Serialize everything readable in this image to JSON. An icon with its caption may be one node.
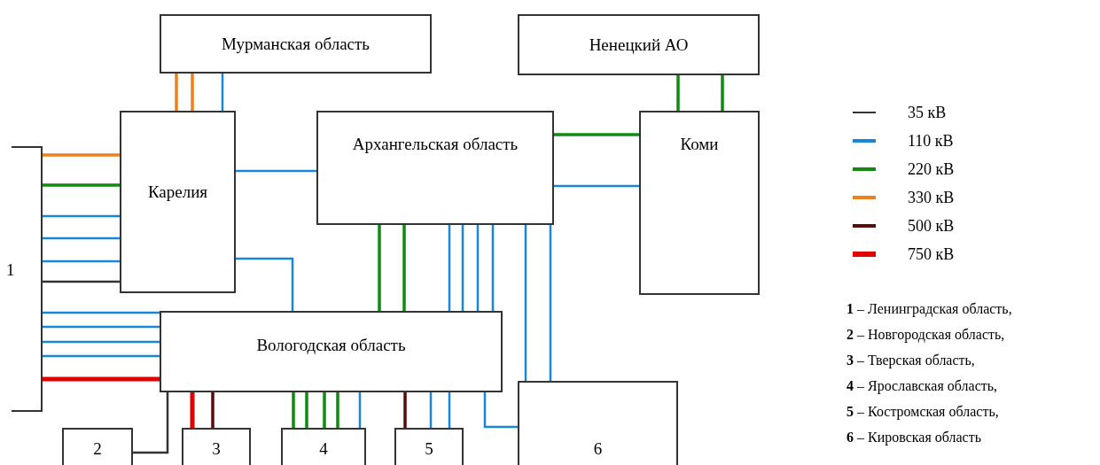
{
  "diagram": {
    "nodes": [
      {
        "text": [
          "Мурманская область"
        ]
      },
      {
        "text": [
          "Ненецкий АО"
        ]
      },
      {
        "text": [
          "Карелия"
        ]
      },
      {
        "text": [
          "Архангельская область"
        ]
      },
      {
        "text": [
          "Коми"
        ]
      },
      {
        "text": [
          "1"
        ]
      },
      {
        "text": [
          "Вологодская область"
        ]
      },
      {
        "text": [
          "2"
        ]
      },
      {
        "text": [
          "3"
        ]
      },
      {
        "text": [
          "4"
        ]
      },
      {
        "text": [
          "5"
        ]
      },
      {
        "text": [
          "6"
        ]
      }
    ],
    "edges": [
      {
        "from": 0,
        "to": 2,
        "arrow": "none",
        "color": "#ee8020"
      },
      {
        "from": 0,
        "to": 2,
        "arrow": "none",
        "color": "#ee8020"
      },
      {
        "from": 0,
        "to": 2,
        "arrow": "none"
      },
      {
        "from": 1,
        "to": 4,
        "arrow": "none",
        "color": "#108a10"
      },
      {
        "from": 1,
        "to": 4,
        "arrow": "none",
        "color": "#108a10"
      },
      {
        "from": 2,
        "to": 3,
        "arrow": "none"
      },
      {
        "from": 3,
        "to": 4,
        "arrow": "none",
        "color": "#108a10"
      },
      {
        "from": 3,
        "to": 4,
        "arrow": "none"
      },
      {
        "from": 5,
        "to": 2,
        "arrow": "none",
        "color": "#ee8020"
      },
      {
        "from": 5,
        "to": 2,
        "arrow": "none",
        "color": "#108a10"
      },
      {
        "from": 5,
        "to": 2,
        "arrow": "none"
      },
      {
        "from": 5,
        "to": 2,
        "arrow": "none"
      },
      {
        "from": 5,
        "to": 2,
        "arrow": "none"
      },
      {
        "from": 5,
        "to": 2,
        "arrow": "none",
        "color": "#333333"
      },
      {
        "from": 2,
        "to": 6,
        "arrow": "none"
      },
      {
        "from": 3,
        "to": 6,
        "arrow": "none",
        "color": "#108a10"
      },
      {
        "from": 3,
        "to": 6,
        "arrow": "none",
        "color": "#108a10"
      },
      {
        "from": 3,
        "to": 6,
        "arrow": "none"
      },
      {
        "from": 3,
        "to": 6,
        "arrow": "none"
      },
      {
        "from": 3,
        "to": 6,
        "arrow": "none"
      },
      {
        "from": 3,
        "to": 6,
        "arrow": "none"
      },
      {
        "from": 3,
        "to": 11,
        "arrow": "none"
      },
      {
        "from": 3,
        "to": 11,
        "arrow": "none"
      },
      {
        "from": 5,
        "to": 6,
        "arrow": "none"
      },
      {
        "from": 5,
        "to": 6,
        "arrow": "none"
      },
      {
        "from": 5,
        "to": 6,
        "arrow": "none"
      },
      {
        "from": 5,
        "to": 6,
        "arrow": "none"
      },
      {
        "from": 5,
        "to": 6,
        "arrow": "none",
        "color": "#e00000",
        "style": "thick"
      },
      {
        "from": 6,
        "to": 7,
        "arrow": "none",
        "color": "#333333"
      },
      {
        "from": 6,
        "to": 8,
        "arrow": "none",
        "color": "#e00000",
        "style": "thick"
      },
      {
        "from": 6,
        "to": 8,
        "arrow": "none",
        "color": "#5a0a0a"
      },
      {
        "from": 6,
        "to": 9,
        "arrow": "none",
        "color": "#108a10"
      },
      {
        "from": 6,
        "to": 9,
        "arrow": "none",
        "color": "#108a10"
      },
      {
        "from": 6,
        "to": 9,
        "arrow": "none",
        "color": "#108a10"
      },
      {
        "from": 6,
        "to": 9,
        "arrow": "none",
        "color": "#108a10"
      },
      {
        "from": 6,
        "to": 9,
        "arrow": "none"
      },
      {
        "from": 6,
        "to": 10,
        "arrow": "none",
        "color": "#5a0a0a"
      },
      {
        "from": 6,
        "to": 10,
        "arrow": "none"
      },
      {
        "from": 6,
        "to": 10,
        "arrow": "none"
      },
      {
        "from": 6,
        "to": 11,
        "arrow": "none"
      }
    ],
    "labels": [
      "**1** – Ленинградская область,",
      "**2** – Новгородская область,",
      "**3** – Тверская область,",
      "**4** – Ярославская область,",
      "**5** – Костромская область,",
      "**6** – Кировская область"
    ],
    "legend": [
      {
        "text": "35 кВ",
        "color": "#333333"
      },
      {
        "text": "110 кВ",
        "color": "#1a86d8"
      },
      {
        "text": "220 кВ",
        "color": "#108a10"
      },
      {
        "text": "330 кВ",
        "color": "#ee8020"
      },
      {
        "text": "500 кВ",
        "color": "#5a0a0a"
      },
      {
        "text": "750 кВ",
        "color": "#e00000"
      }
    ]
  }
}
